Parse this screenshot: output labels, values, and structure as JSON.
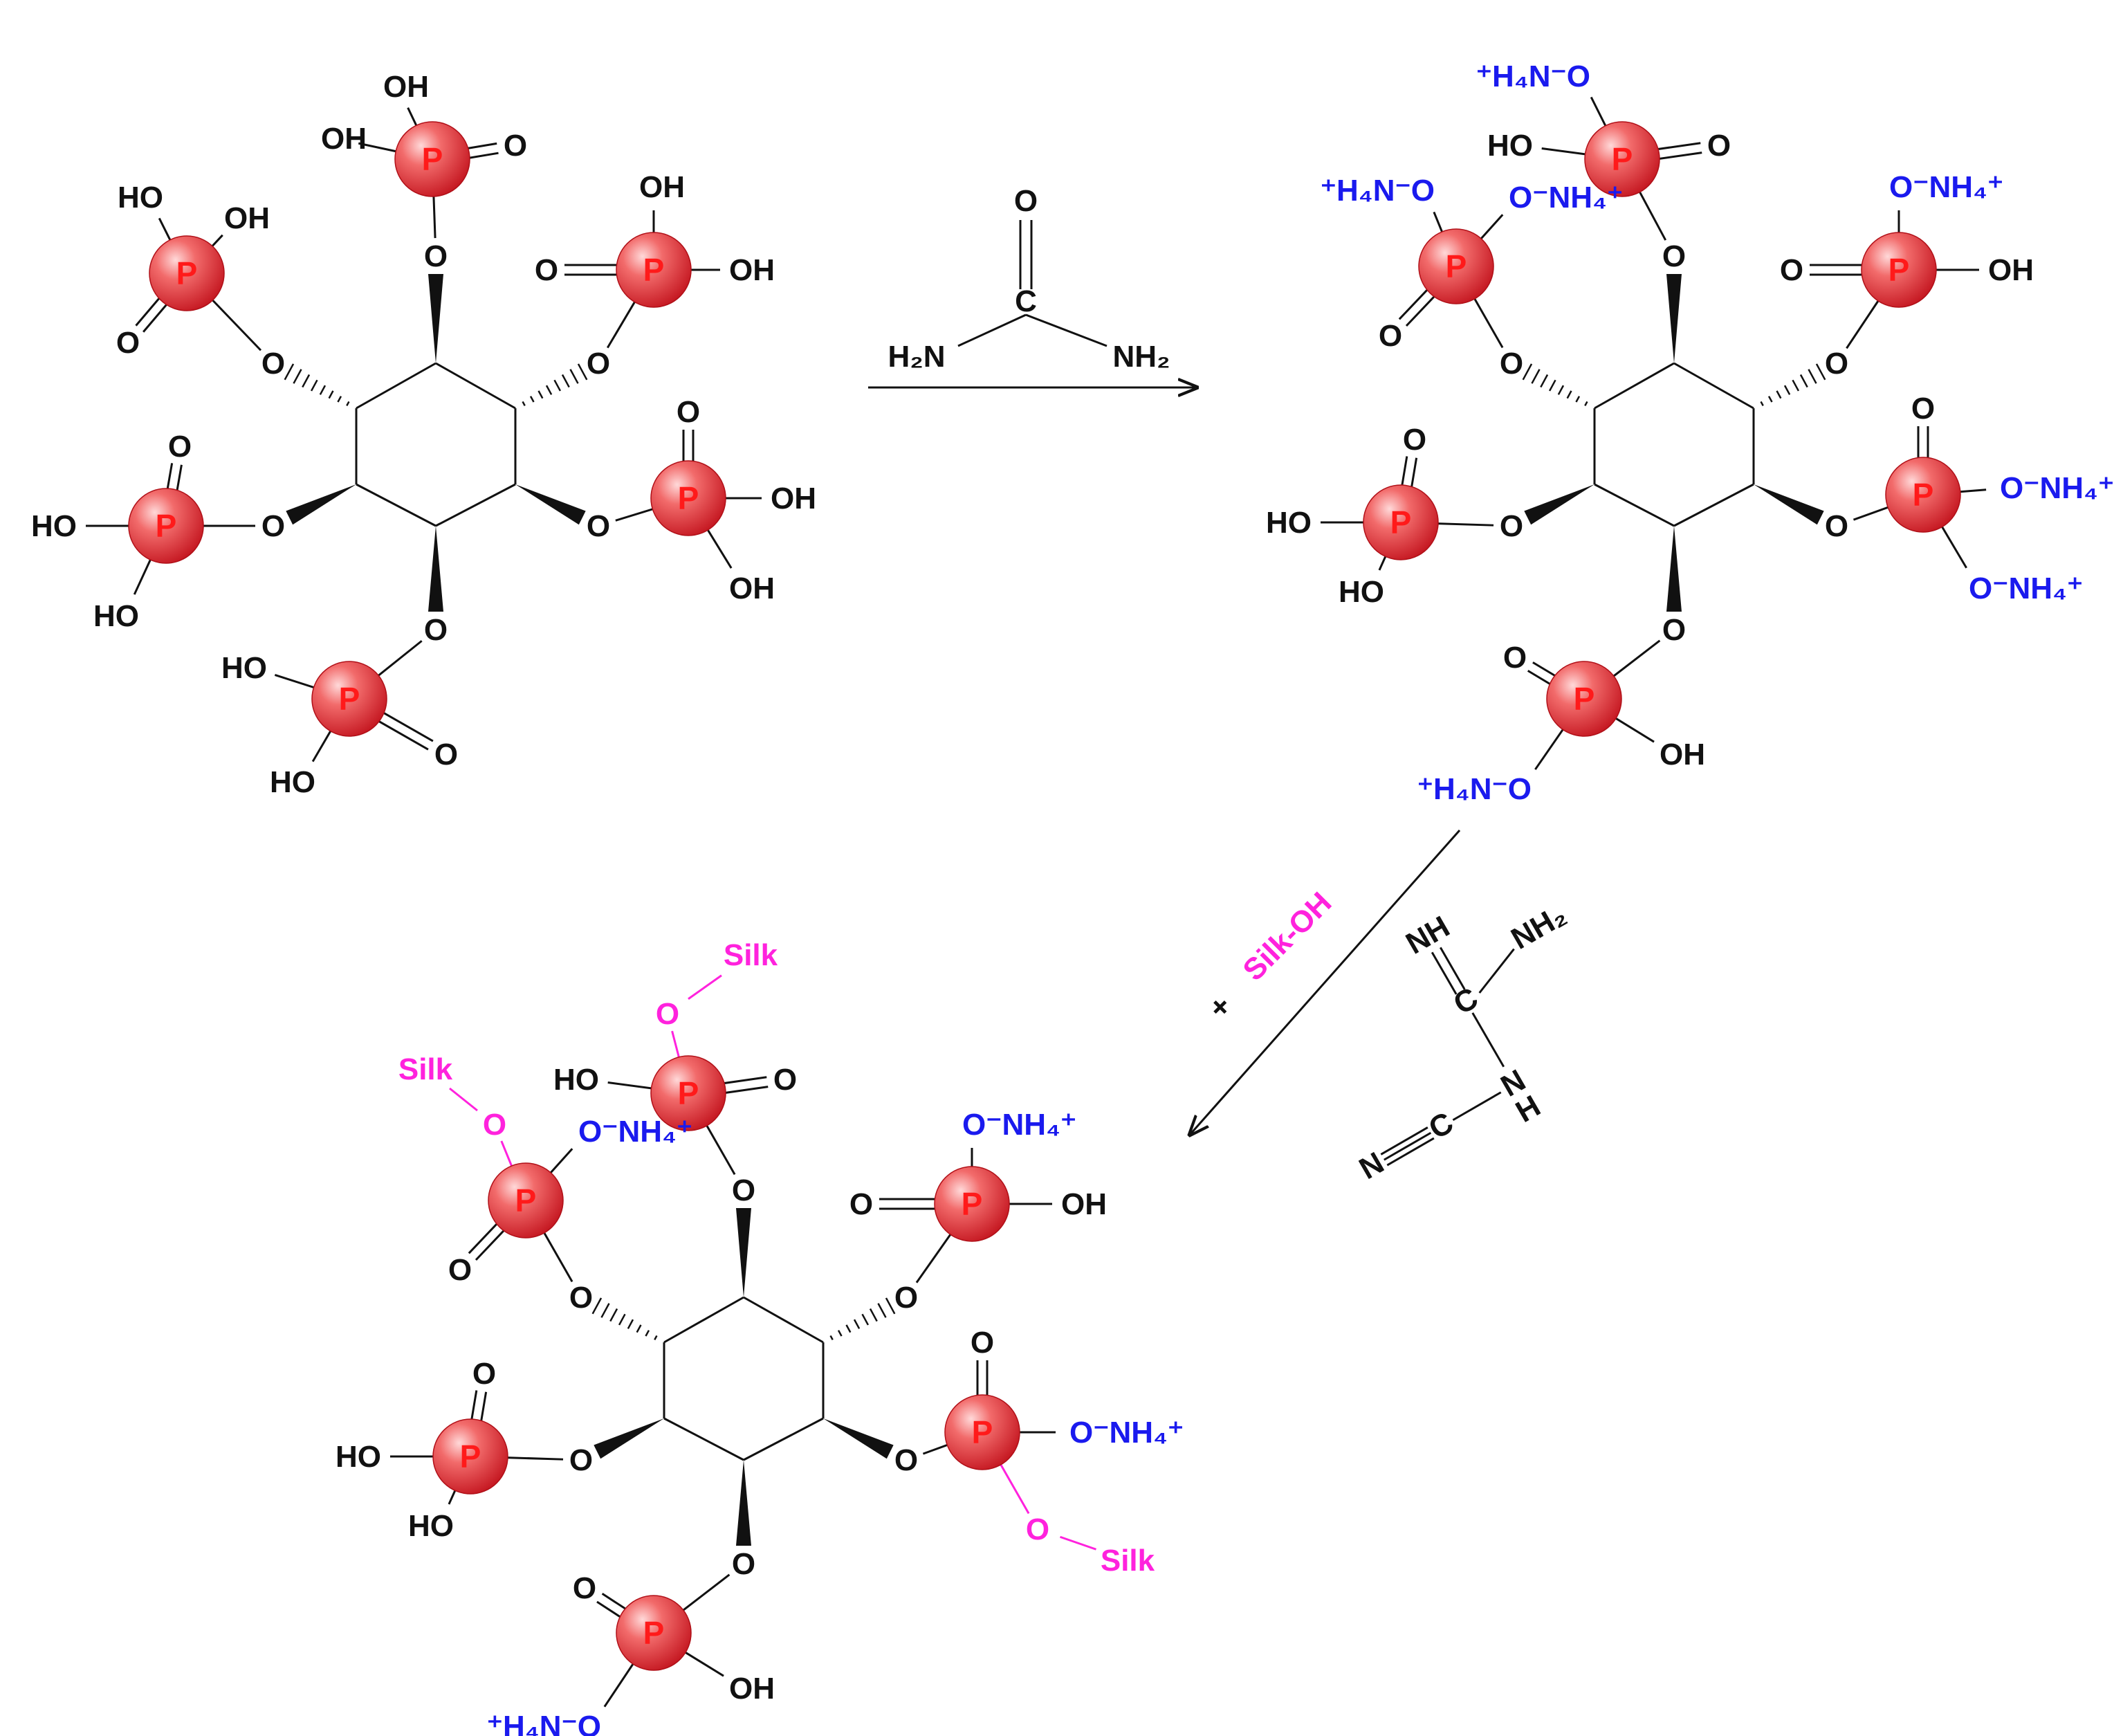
{
  "colors": {
    "bond": "#111111",
    "ammonium": "#1a1aee",
    "silk": "#ff22dd",
    "phosphorus_sphere": "#e8303a",
    "phosphorus_label": "#ff1a1a"
  },
  "atoms": {
    "P": "P",
    "O": "O",
    "OH": "OH",
    "HO": "HO",
    "C": "C",
    "N": "N"
  },
  "ions": {
    "ammonium_suffix": "O⁻NH₄⁺",
    "ammonium_prefix": "⁺H₄N⁻O"
  },
  "urea": {
    "carbonyl_o": "O",
    "carbon": "C",
    "nh2_left": "H₂N",
    "nh2_right": "NH₂"
  },
  "reagent2": {
    "plus": "+",
    "silk_oh": "Silk-OH"
  },
  "dicyandiamide": {
    "imine": "NH",
    "amine": "NH₂",
    "carbon_center": "C",
    "nh": "N",
    "h": "H",
    "nitrile_c": "C",
    "nitrile_n": "N"
  },
  "silk": {
    "label": "Silk"
  }
}
